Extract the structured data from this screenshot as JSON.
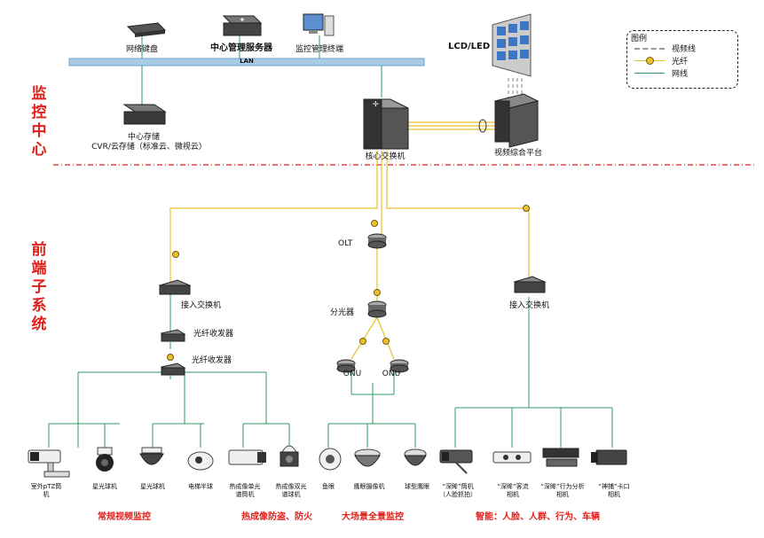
{
  "sections": {
    "center": "监控中心",
    "front": "前端子系统"
  },
  "center_devices": {
    "keyboard": "网络键盘",
    "server": "中心管理服务器",
    "terminal": "监控管理终端",
    "lan": "LAN",
    "display": "LCD/LED",
    "storage_line1": "中心存储",
    "storage_line2": "CVR/云存储（标准云、微视云）",
    "core_switch": "核心交换机",
    "video_platform": "视频综合平台"
  },
  "legend": {
    "title": "图例",
    "video": "视频线",
    "fiber": "光纤",
    "network": "网线"
  },
  "front_devices": {
    "access_switch_left": "接入交换机",
    "transceiver_1": "光纤收发器",
    "transceiver_2": "光纤收发器",
    "olt": "OLT",
    "splitter": "分光器",
    "onu_1": "ONU",
    "onu_2": "ONU",
    "access_switch_right": "接入交换机"
  },
  "cameras": [
    {
      "l1": "室外pTZ筒",
      "l2": "机"
    },
    {
      "l1": "星光球机",
      "l2": ""
    },
    {
      "l1": "星光球机",
      "l2": ""
    },
    {
      "l1": "电梯半球",
      "l2": ""
    },
    {
      "l1": "热成像单光",
      "l2": "谱筒机"
    },
    {
      "l1": "热成像双光",
      "l2": "谱球机"
    },
    {
      "l1": "鱼眼",
      "l2": ""
    },
    {
      "l1": "鹰眼摄像机",
      "l2": ""
    },
    {
      "l1": "球型鹰眼",
      "l2": ""
    },
    {
      "l1": "“深眸”筒机",
      "l2": "（人脸抓拍）"
    },
    {
      "l1": "“深眸”客流",
      "l2": "相机"
    },
    {
      "l1": "“深眸”行为分析",
      "l2": "相机"
    },
    {
      "l1": "“神捕”卡口",
      "l2": "相机"
    }
  ],
  "categories": {
    "regular": "常规视频监控",
    "thermal": "热成像防盗、防火",
    "panorama": "大场景全景监控",
    "smart": "智能：人脸、人群、行为、车辆"
  },
  "colors": {
    "network": "#2e9e6a",
    "fiber": "#e8c22a",
    "lan_bar": "#6aa3cf",
    "accent": "#e0201a"
  }
}
